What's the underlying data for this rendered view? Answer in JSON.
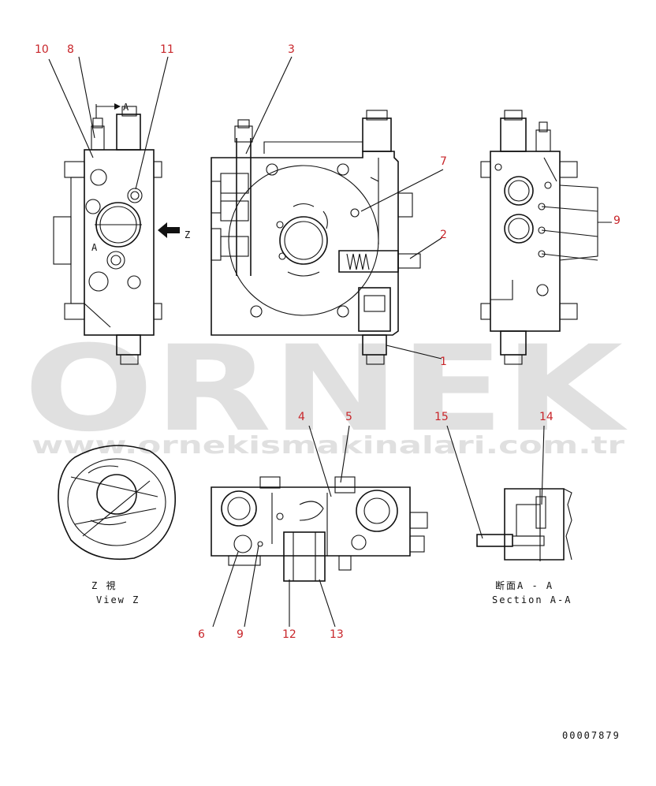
{
  "callouts": {
    "c1": "1",
    "c2": "2",
    "c3": "3",
    "c4": "4",
    "c5": "5",
    "c6": "6",
    "c7": "7",
    "c8": "8",
    "c9a": "9",
    "c9b": "9",
    "c10": "10",
    "c11": "11",
    "c12": "12",
    "c13": "13",
    "c14": "14",
    "c15": "15"
  },
  "section_marks": {
    "top": "A",
    "bottom": "A"
  },
  "view_arrow": "Z",
  "captions": {
    "view_z_jp": "Z 視",
    "view_z_en": "View Z",
    "section_jp": "断面A - A",
    "section_en": "Section A-A"
  },
  "watermark": {
    "brand": "ORNEK",
    "url": "www.ornekismakinalari.com.tr"
  },
  "drawing_number": "00007879",
  "colors": {
    "callout": "#c8252a",
    "line": "#111111",
    "watermark": "#c8c8c8"
  }
}
